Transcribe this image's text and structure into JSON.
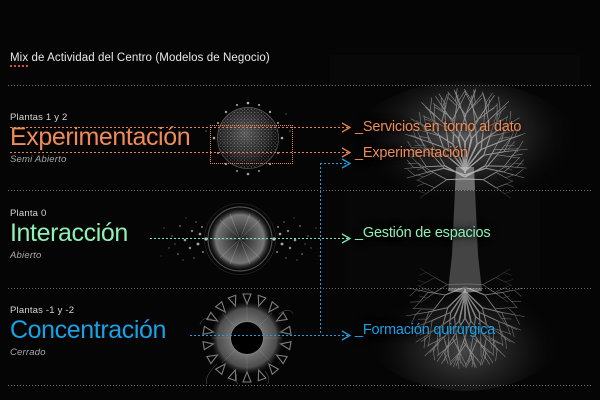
{
  "header": {
    "title_misspelled_word": "Mix",
    "title_rest": " de Actividad del Centro (Modelos de Negocio)"
  },
  "rows": [
    {
      "id": "experimentacion",
      "floor": "Plantas 1 y 2",
      "title": "Experimentación",
      "openness": "Semi Abierto",
      "color": "#f08a57",
      "visual": "hexagonal-mesh-sphere"
    },
    {
      "id": "interaccion",
      "floor": "Planta 0",
      "title": "Interacción",
      "openness": "Abierto",
      "color": "#8ef0b4",
      "visual": "radial-particle-burst"
    },
    {
      "id": "concentracion",
      "floor": "Plantas -1 y -2",
      "title": "Concentración",
      "openness": "Cerrado",
      "color": "#17a2e8",
      "visual": "gear-ring-vortex"
    }
  ],
  "outputs": [
    {
      "id": "servicios-dato",
      "label": "_Servicios en torno al dato",
      "color": "#f08a57"
    },
    {
      "id": "experimentacion-out",
      "label": "_Experimentación",
      "color": "#f08a57"
    },
    {
      "id": "gestion-espacios",
      "label": "_Gestión de espacios",
      "color": "#8ef0b4"
    },
    {
      "id": "formacion-quirurgica",
      "label": "_Formación quirúrgica",
      "color": "#17a2e8"
    }
  ],
  "background": {
    "graphic": "tree-with-mirrored-roots",
    "tone": "grayscale"
  }
}
